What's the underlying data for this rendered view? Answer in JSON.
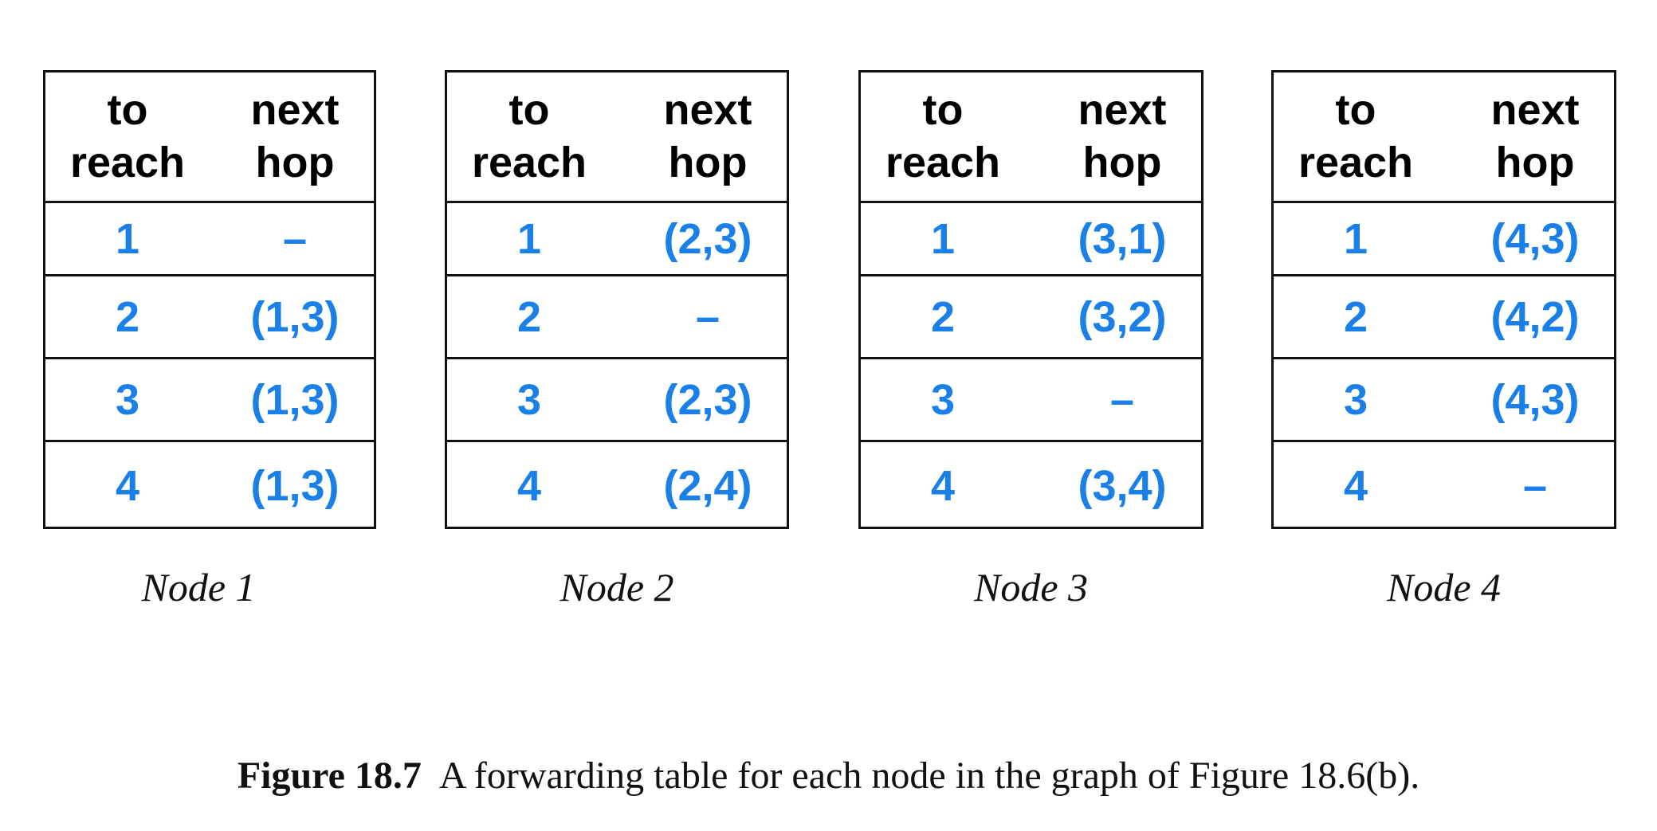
{
  "tables": [
    {
      "header": {
        "col1": [
          "to",
          "reach"
        ],
        "col2": [
          "next",
          "hop"
        ]
      },
      "rows": [
        {
          "dest": "1",
          "hop": "–"
        },
        {
          "dest": "2",
          "hop": "(1,3)"
        },
        {
          "dest": "3",
          "hop": "(1,3)"
        },
        {
          "dest": "4",
          "hop": "(1,3)"
        }
      ],
      "caption": "Node 1"
    },
    {
      "header": {
        "col1": [
          "to",
          "reach"
        ],
        "col2": [
          "next",
          "hop"
        ]
      },
      "rows": [
        {
          "dest": "1",
          "hop": "(2,3)"
        },
        {
          "dest": "2",
          "hop": "–"
        },
        {
          "dest": "3",
          "hop": "(2,3)"
        },
        {
          "dest": "4",
          "hop": "(2,4)"
        }
      ],
      "caption": "Node 2"
    },
    {
      "header": {
        "col1": [
          "to",
          "reach"
        ],
        "col2": [
          "next",
          "hop"
        ]
      },
      "rows": [
        {
          "dest": "1",
          "hop": "(3,1)"
        },
        {
          "dest": "2",
          "hop": "(3,2)"
        },
        {
          "dest": "3",
          "hop": "–"
        },
        {
          "dest": "4",
          "hop": "(3,4)"
        }
      ],
      "caption": "Node 3"
    },
    {
      "header": {
        "col1": [
          "to",
          "reach"
        ],
        "col2": [
          "next",
          "hop"
        ]
      },
      "rows": [
        {
          "dest": "1",
          "hop": "(4,3)"
        },
        {
          "dest": "2",
          "hop": "(4,2)"
        },
        {
          "dest": "3",
          "hop": "(4,3)"
        },
        {
          "dest": "4",
          "hop": "–"
        }
      ],
      "caption": "Node 4"
    }
  ],
  "figure_caption": {
    "number": "Figure 18.7",
    "text": "A forwarding table for each node in the graph of Figure 18.6(b)."
  },
  "colors": {
    "value_text": "#1a7fe6",
    "border": "#111111"
  }
}
